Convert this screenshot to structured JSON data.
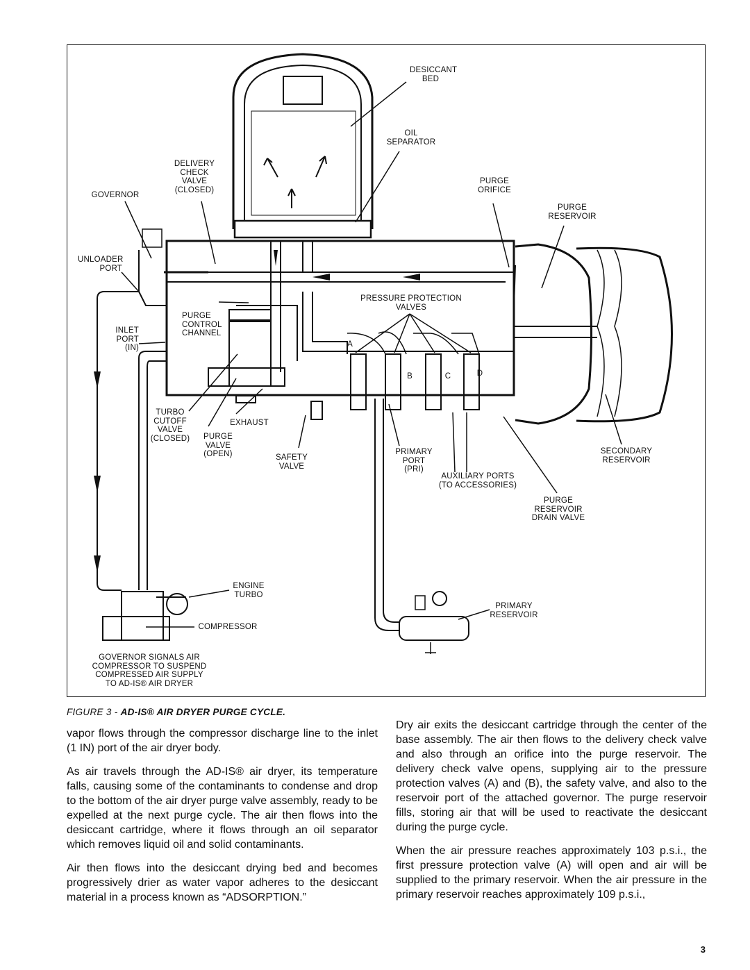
{
  "figure": {
    "labels": {
      "desiccant_bed": [
        "DESICCANT",
        "BED"
      ],
      "oil_separator": [
        "OIL",
        "SEPARATOR"
      ],
      "delivery_check_valve": [
        "DELIVERY",
        "CHECK",
        "VALVE",
        "(CLOSED)"
      ],
      "governor": "GOVERNOR",
      "purge_orifice": [
        "PURGE",
        "ORIFICE"
      ],
      "purge_reservoir": [
        "PURGE",
        "RESERVOIR"
      ],
      "unloader_port": [
        "UNLOADER",
        "PORT"
      ],
      "pressure_protection_valves": [
        "PRESSURE PROTECTION",
        "VALVES"
      ],
      "purge_control_channel": [
        "PURGE",
        "CONTROL",
        "CHANNEL"
      ],
      "inlet_port": [
        "INLET",
        "PORT",
        "(IN)"
      ],
      "valve_a": "A",
      "valve_b": "B",
      "valve_c": "C",
      "valve_d": "D",
      "turbo_cutoff_valve": [
        "TURBO",
        "CUTOFF",
        "VALVE",
        "(CLOSED)"
      ],
      "exhaust": "EXHAUST",
      "purge_valve": [
        "PURGE",
        "VALVE",
        "(OPEN)"
      ],
      "safety_valve": [
        "SAFETY",
        "VALVE"
      ],
      "primary_port": [
        "PRIMARY",
        "PORT",
        "(PRI)"
      ],
      "auxiliary_ports": [
        "AUXILIARY PORTS",
        "(TO ACCESSORIES)"
      ],
      "secondary_reservoir": [
        "SECONDARY",
        "RESERVOIR"
      ],
      "purge_reservoir_drain_valve": [
        "PURGE",
        "RESERVOIR",
        "DRAIN VALVE"
      ],
      "engine_turbo": [
        "ENGINE",
        "TURBO"
      ],
      "primary_reservoir": [
        "PRIMARY",
        "RESERVOIR"
      ],
      "compressor": "COMPRESSOR",
      "governor_note": [
        "GOVERNOR SIGNALS AIR",
        "COMPRESSOR TO SUSPEND",
        "COMPRESSED AIR SUPPLY",
        "TO AD-IS® AIR DRYER"
      ]
    },
    "caption_prefix": "FIGURE 3 - ",
    "caption_bold": "AD-IS® AIR DRYER PURGE CYCLE."
  },
  "text": {
    "left": [
      "vapor flows through the compressor discharge line to the inlet (1 IN) port of the air dryer body.",
      "As air travels through the AD-IS® air dryer, its temperature falls, causing some of the contaminants to condense and drop to the bottom of the air dryer purge valve assembly, ready to be expelled at the next purge cycle. The air then flows into the desiccant cartridge, where it flows through an oil separator which removes liquid oil and solid contaminants.",
      "Air then flows into the desiccant drying bed and becomes progressively drier as water vapor adheres to the desiccant material in a process known as “ADSORPTION.”"
    ],
    "right": [
      "Dry air exits the desiccant cartridge through the center of the base assembly. The air then flows to the delivery check valve and also through an orifice into the purge reservoir. The delivery check valve opens, supplying air to the pressure protection valves (A) and (B), the safety valve, and also to the reservoir port of the attached governor. The purge reservoir fills, storing air that will be used to reactivate the desiccant during the purge cycle.",
      "When the air pressure reaches approximately 103 p.s.i., the first pressure protection valve (A) will open and air will be supplied to the primary reservoir. When the air pressure in the primary reservoir reaches approximately 109 p.s.i.,"
    ]
  },
  "page_number": "3"
}
